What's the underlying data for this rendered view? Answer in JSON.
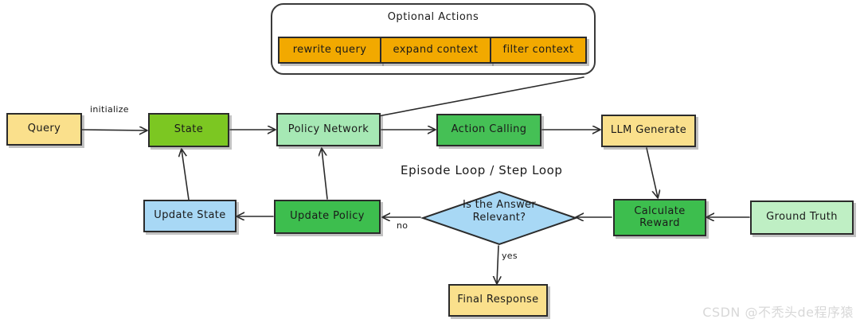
{
  "diagram": {
    "title_label": "Episode Loop / Step Loop",
    "watermark": "CSDN @不秃头de程序猿",
    "subgraph": {
      "title": "Optional Actions",
      "actions": [
        {
          "label": "rewrite query",
          "color": "#F2A900"
        },
        {
          "label": "expand context",
          "color": "#F2A900"
        },
        {
          "label": "filter context",
          "color": "#F2A900"
        }
      ]
    },
    "nodes": [
      {
        "id": "query",
        "label": "Query",
        "color": "#FAE08C"
      },
      {
        "id": "state",
        "label": "State",
        "color": "#7CC722"
      },
      {
        "id": "policy_network",
        "label": "Policy Network",
        "color": "#A6E8B4"
      },
      {
        "id": "action_calling",
        "label": "Action Calling",
        "color": "#45C055"
      },
      {
        "id": "llm_generate",
        "label": "LLM Generate",
        "color": "#FAE08C"
      },
      {
        "id": "update_state",
        "label": "Update State",
        "color": "#A8D8F5"
      },
      {
        "id": "update_policy",
        "label": "Update Policy",
        "color": "#3DBE4E"
      },
      {
        "id": "decision",
        "label": "Is the Answer Relevant?",
        "color": "#A8D8F5"
      },
      {
        "id": "calculate_reward",
        "label": "Calculate Reward",
        "color": "#3DBE4E"
      },
      {
        "id": "ground_truth",
        "label": "Ground Truth",
        "color": "#BFEFC4"
      },
      {
        "id": "final_response",
        "label": "Final Response",
        "color": "#FAE08C"
      }
    ],
    "edge_labels": {
      "initialize": "initialize",
      "no": "no",
      "yes": "yes"
    },
    "decision": {
      "line1": "Is the Answer",
      "line2": "Relevant?"
    },
    "calculate_reward": {
      "line1": "Calculate",
      "line2": "Reward"
    }
  }
}
